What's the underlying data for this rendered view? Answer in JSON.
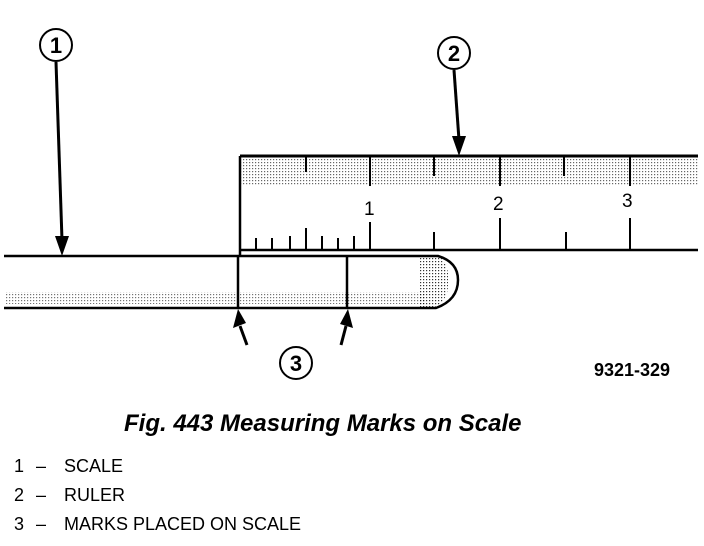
{
  "callouts": {
    "c1": "1",
    "c2": "2",
    "c3": "3"
  },
  "ruler": {
    "ticks": [
      "1",
      "2",
      "3"
    ]
  },
  "figure_id": "9321-329",
  "caption": "Fig. 443 Measuring Marks on Scale",
  "legend": [
    {
      "num": "1",
      "dash": "–",
      "label": "SCALE"
    },
    {
      "num": "2",
      "dash": "–",
      "label": "RULER"
    },
    {
      "num": "3",
      "dash": "–",
      "label": "MARKS PLACED ON SCALE"
    }
  ],
  "colors": {
    "ink": "#000000",
    "stipple": "#9a9a9a"
  }
}
